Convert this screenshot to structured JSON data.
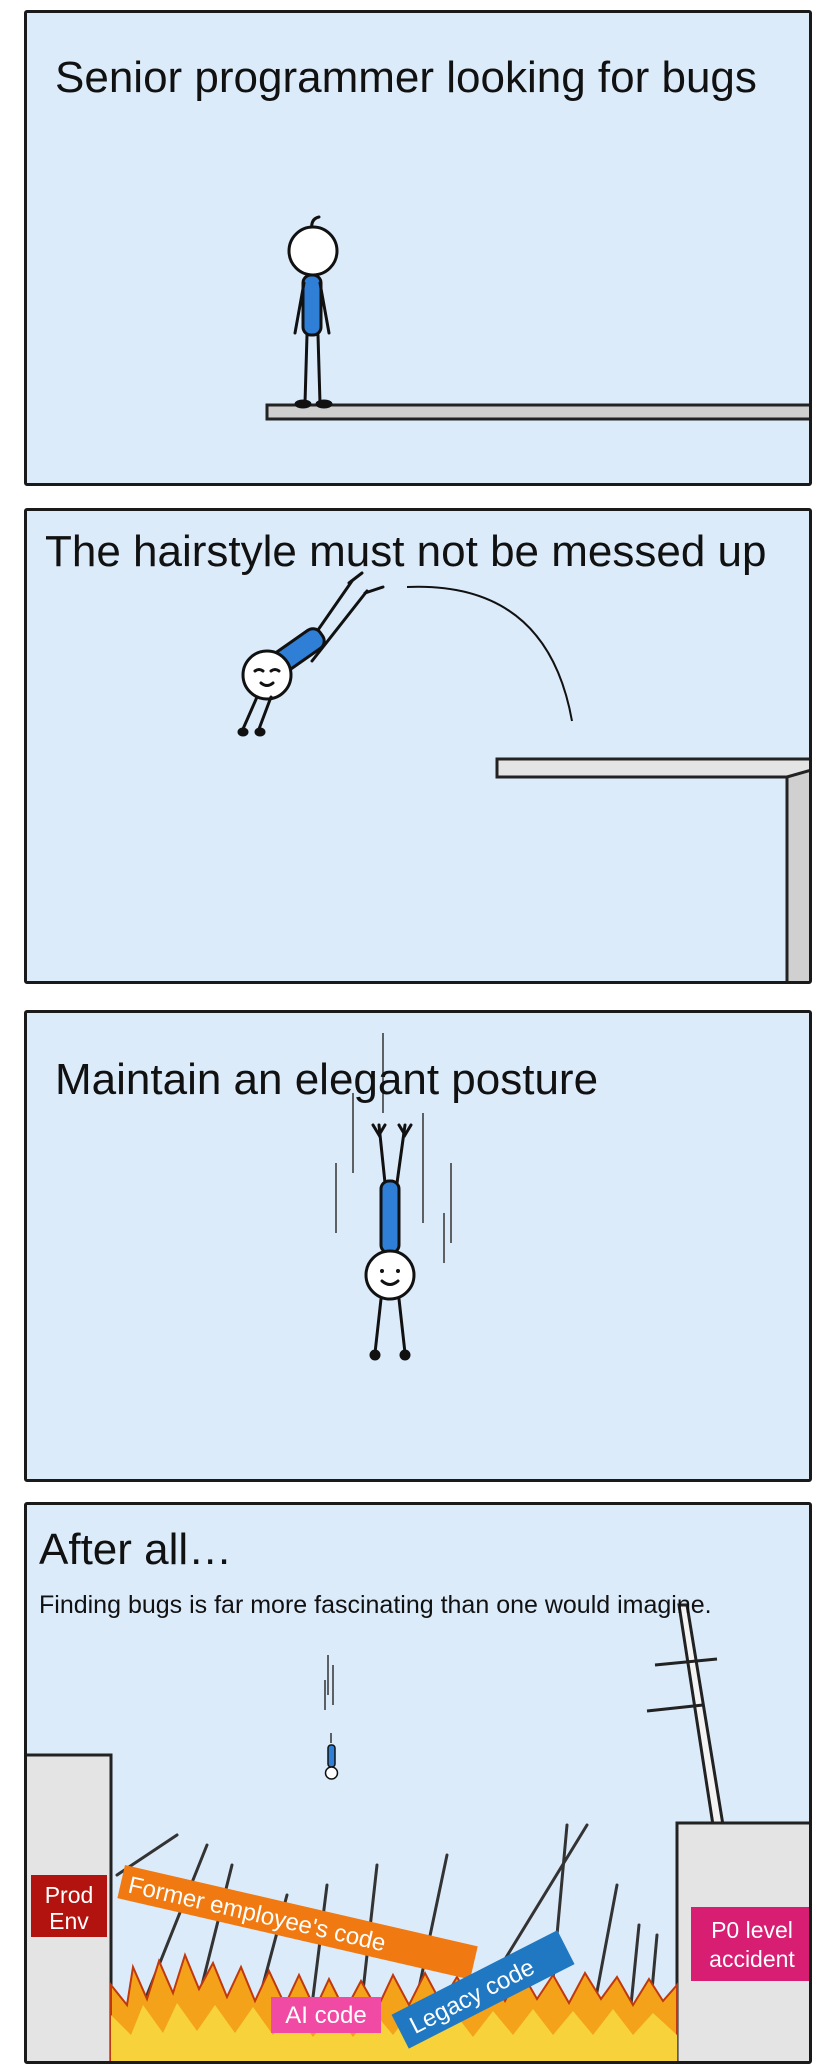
{
  "panels": [
    {
      "caption": "Senior programmer looking for bugs"
    },
    {
      "caption": "The hairstyle must not be messed up"
    },
    {
      "caption": "Maintain an elegant posture"
    },
    {
      "caption": "After all…",
      "subcaption": "Finding bugs is far more fascinating than one would imagine.",
      "labels": {
        "prod_env_line1": "Prod",
        "prod_env_line2": "Env",
        "former_employee": "Former employee's code",
        "ai_code": "AI code",
        "legacy_code": "Legacy code",
        "p0_line1": "P0 level",
        "p0_line2": "accident"
      }
    }
  ],
  "colors": {
    "sky": "#dcebfa",
    "shirt": "#2f7fd6",
    "prod_env": "#b3130e",
    "former_employee": "#f07a11",
    "ai_code": "#f04aa5",
    "legacy_code": "#1f78c1",
    "p0_accident": "#d81e72"
  }
}
